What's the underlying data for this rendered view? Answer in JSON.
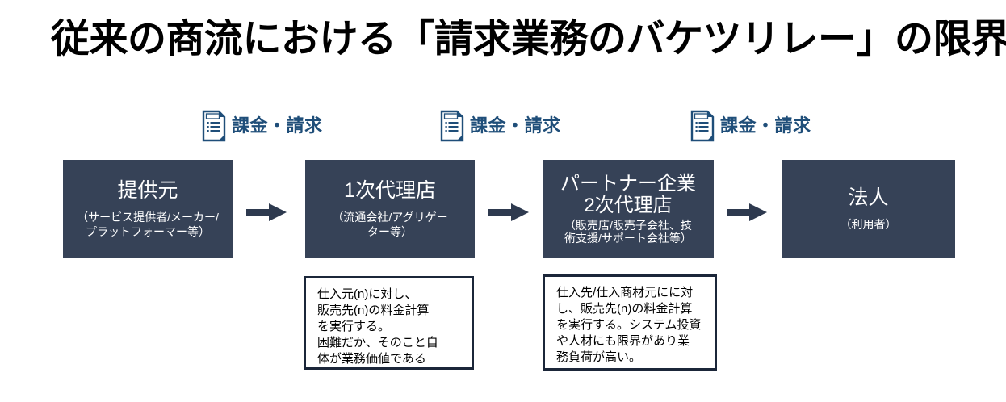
{
  "slide": {
    "title": "従来の商流における「請求業務のバケツリレー」の限界",
    "background_color": "#ffffff",
    "box_fill_color": "#364257",
    "accent_color": "#1f4e79",
    "note_border_color": "#1b2639"
  },
  "invoice_groups": [
    {
      "icon": "invoice-document-icon",
      "icon_text": "INVOICE",
      "label": "課金・請求"
    },
    {
      "icon": "invoice-document-icon",
      "icon_text": "INVOICE",
      "label": "課金・請求"
    },
    {
      "icon": "invoice-document-icon",
      "icon_text": "INVOICE",
      "label": "課金・請求"
    }
  ],
  "stages": [
    {
      "name": "provider",
      "title": "提供元",
      "subtitle": "（サービス提供者/メーカー/\nプラットフォーマー等）"
    },
    {
      "name": "primary-agency",
      "title": "1次代理店",
      "subtitle": "（流通会社/アグリゲー\nター等）"
    },
    {
      "name": "partner-secondary-agency",
      "title": "パートナー企業\n2次代理店",
      "subtitle": "（販売店/販売子会社、技\n術支援/サポート会社等）"
    },
    {
      "name": "corporation",
      "title": "法人",
      "subtitle": "（利用者）"
    }
  ],
  "arrows": [
    {
      "name": "arrow-provider-to-primary",
      "direction": "right"
    },
    {
      "name": "arrow-primary-to-partner",
      "direction": "right"
    },
    {
      "name": "arrow-partner-to-corporation",
      "direction": "right"
    }
  ],
  "notes": [
    {
      "name": "note-primary-agency",
      "text": "仕入元(n)に対し、\n販売先(n)の料金計算\nを実行する。\n困難だか、そのこと自\n体が業務価値である"
    },
    {
      "name": "note-partner-company",
      "text": "仕入先/仕入商材元にに対\nし、販売先(n)の料金計算\nを実行する。システム投資\nや人材にも限界があり業\n務負荷が高い。"
    }
  ]
}
